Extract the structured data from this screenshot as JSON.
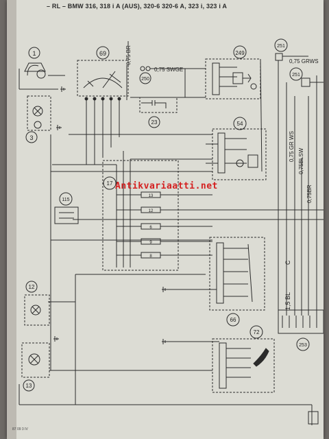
{
  "header": {
    "title": "– RL – BMW 316, 318 i A (AUS), 320-6 320-6 A, 323 i, 323 i A"
  },
  "watermark": {
    "text": "Antikvariaatti.net"
  },
  "footer": {
    "code": "87 09 3 IV"
  },
  "components": [
    {
      "id": "1"
    },
    {
      "id": "3"
    },
    {
      "id": "69"
    },
    {
      "id": "250"
    },
    {
      "id": "23"
    },
    {
      "id": "249"
    },
    {
      "id": "251"
    },
    {
      "id": "54"
    },
    {
      "id": "17"
    },
    {
      "id": "115"
    },
    {
      "id": "66"
    },
    {
      "id": "12"
    },
    {
      "id": "13"
    },
    {
      "id": "72"
    },
    {
      "id": "253"
    }
  ],
  "wire_labels": {
    "w1": "0,75 BR",
    "w2": "0,75 SWGE",
    "w3": "0,75 GRWS",
    "w4": "0,75 GR WS",
    "w5": "0,75BLSW",
    "w6": "0,75BR",
    "w7": "1,5 BL",
    "w8": "C"
  },
  "fuses": [
    {
      "num": "13"
    },
    {
      "num": "12"
    },
    {
      "num": "6"
    },
    {
      "num": "9"
    },
    {
      "num": "8"
    }
  ]
}
